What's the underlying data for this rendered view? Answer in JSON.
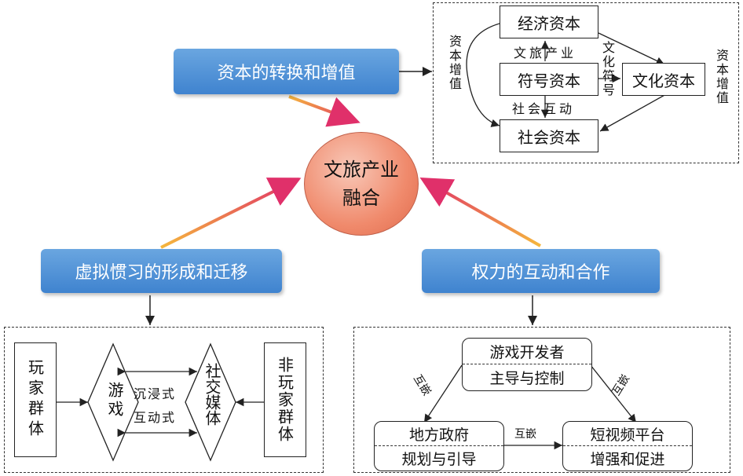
{
  "center": {
    "line1": "文旅产业",
    "line2": "融合"
  },
  "headers": {
    "capital": "资本的转换和增值",
    "virtual": "虚拟惯习的形成和迁移",
    "power": "权力的互动和合作"
  },
  "capital_box": {
    "economic": "经济资本",
    "symbolic": "符号资本",
    "social": "社会资本",
    "cultural": "文化资本",
    "left_label": "资本增值",
    "right_label": "资本增值",
    "wenlv_label": "文旅产业",
    "social_interaction_label": "社会互动",
    "cultural_symbol_label": "文化符号"
  },
  "virtual_box": {
    "players": "玩家群体",
    "game": "游戏",
    "social_media": "社交媒体",
    "non_players": "非玩家群体",
    "immersive": "沉浸式",
    "interactive": "互动式"
  },
  "power_box": {
    "developer_top": "游戏开发者",
    "developer_bottom": "主导与控制",
    "government_top": "地方政府",
    "government_bottom": "规划与引导",
    "platform_top": "短视频平台",
    "platform_bottom": "增强和促进",
    "mutual_left": "互嵌",
    "mutual_right": "互嵌",
    "mutual_bottom": "互嵌"
  }
}
